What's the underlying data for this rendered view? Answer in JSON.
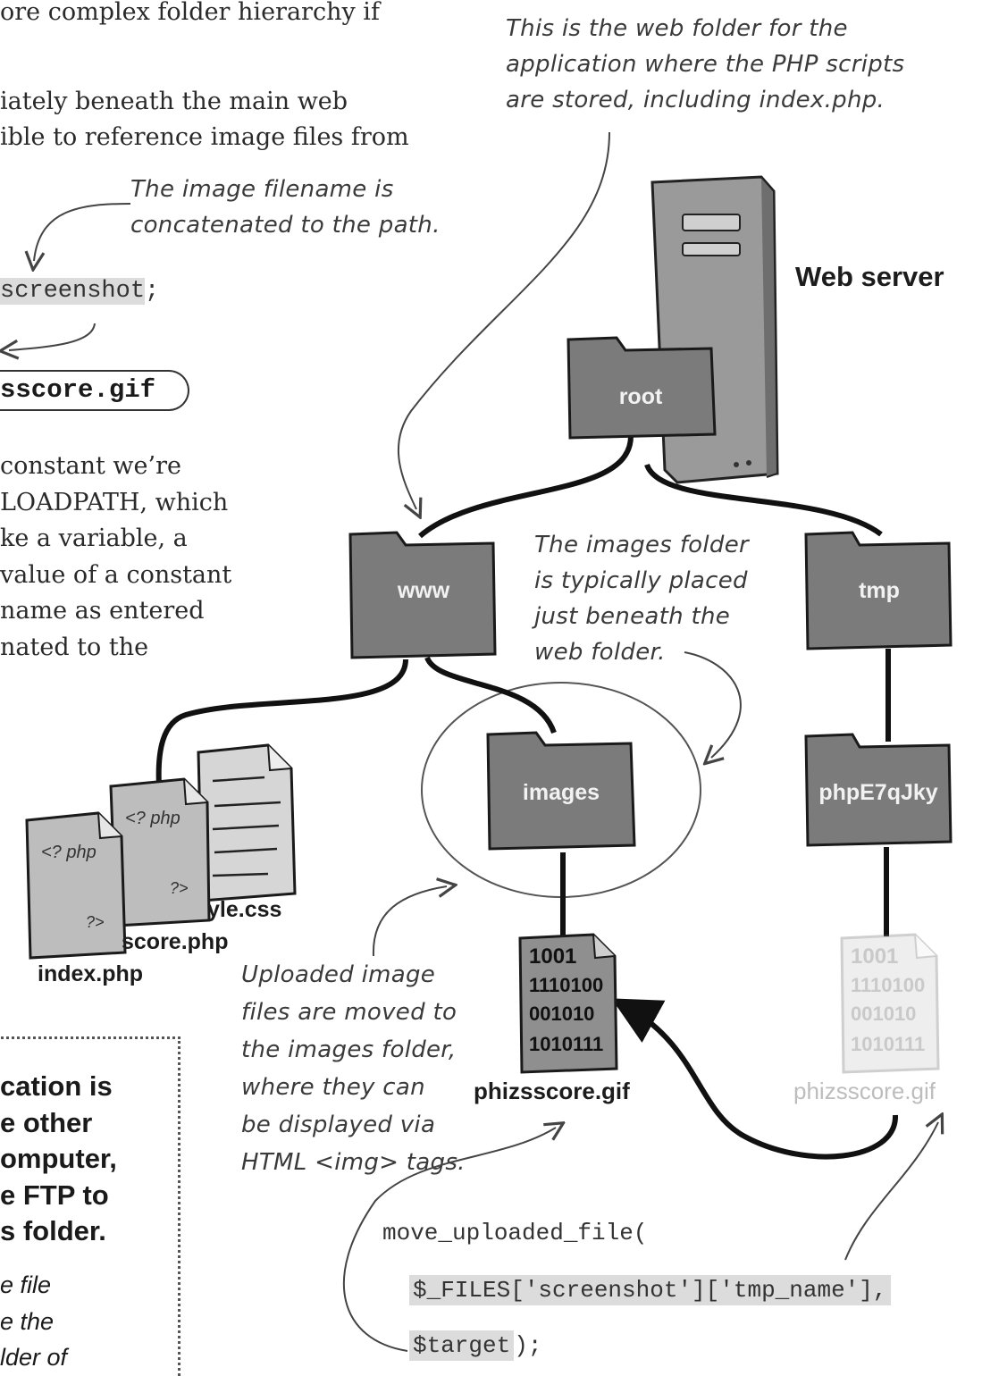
{
  "left_text": {
    "line1": "ore complex folder hierarchy if",
    "line2": "iately beneath the main web",
    "line3": "ible to reference image files from",
    "para": [
      "constant we’re",
      "LOADPATH, which",
      "ke a variable, a",
      " value of a constant",
      "name as entered",
      "nated to the"
    ]
  },
  "code_snippets": {
    "concat": "screenshot",
    "concat_end": ";",
    "filename": "sscore.gif"
  },
  "notes": {
    "web_folder": [
      "This is the web folder for the",
      "application where the PHP scripts",
      "are stored, including index.php."
    ],
    "concat": [
      "The image filename is",
      "concatenated to the path."
    ],
    "images_folder": [
      "The images folder",
      "is typically placed",
      "just beneath the",
      "web folder."
    ],
    "uploaded": [
      "Uploaded image",
      "files are moved to",
      "the images folder,",
      "where they can",
      "be displayed via",
      "HTML <img> tags."
    ]
  },
  "diagram": {
    "server_label": "Web server",
    "folders": {
      "root": "root",
      "www": "www",
      "tmp": "tmp",
      "images": "images",
      "phpE7qJky": "phpE7qJky"
    },
    "files": {
      "style_css": "yle.css",
      "score_php": "score.php",
      "index_php": "index.php",
      "gif_images": "phizsscore.gif",
      "gif_tmp": "phizsscore.gif"
    },
    "php_tag_open": "<? php",
    "php_tag_close": "?>",
    "binary_lines": [
      "1001",
      "1110100",
      "001010",
      "1010111"
    ]
  },
  "code": {
    "line1": "move_uploaded_file(",
    "line2": "$_FILES['screenshot']['tmp_name'],",
    "line3_hl": "$target",
    "line3_end": ");"
  },
  "callout": {
    "bold_lines": [
      "cation is",
      "e other",
      "omputer,",
      "e FTP to",
      "s folder."
    ],
    "italic_lines": [
      "e file",
      "e the",
      "lder of"
    ]
  }
}
